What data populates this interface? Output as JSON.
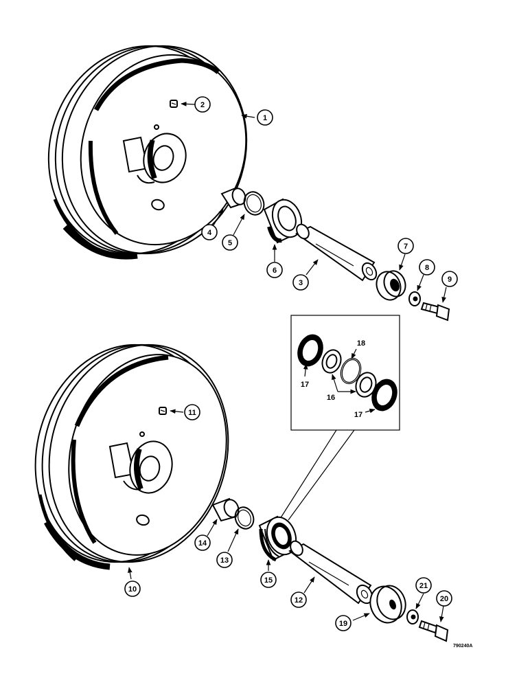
{
  "callouts": {
    "c1": "1",
    "c2": "2",
    "c3": "3",
    "c4": "4",
    "c5": "5",
    "c6": "6",
    "c7": "7",
    "c8": "8",
    "c9": "9",
    "c10": "10",
    "c11": "11",
    "c12": "12",
    "c13": "13",
    "c14": "14",
    "c15": "15",
    "c19": "19",
    "c20": "20",
    "c21": "21"
  },
  "inset_labels": {
    "l17a": "17",
    "l18": "18",
    "l16": "16",
    "l17b": "17"
  },
  "figure_code": "790240A"
}
